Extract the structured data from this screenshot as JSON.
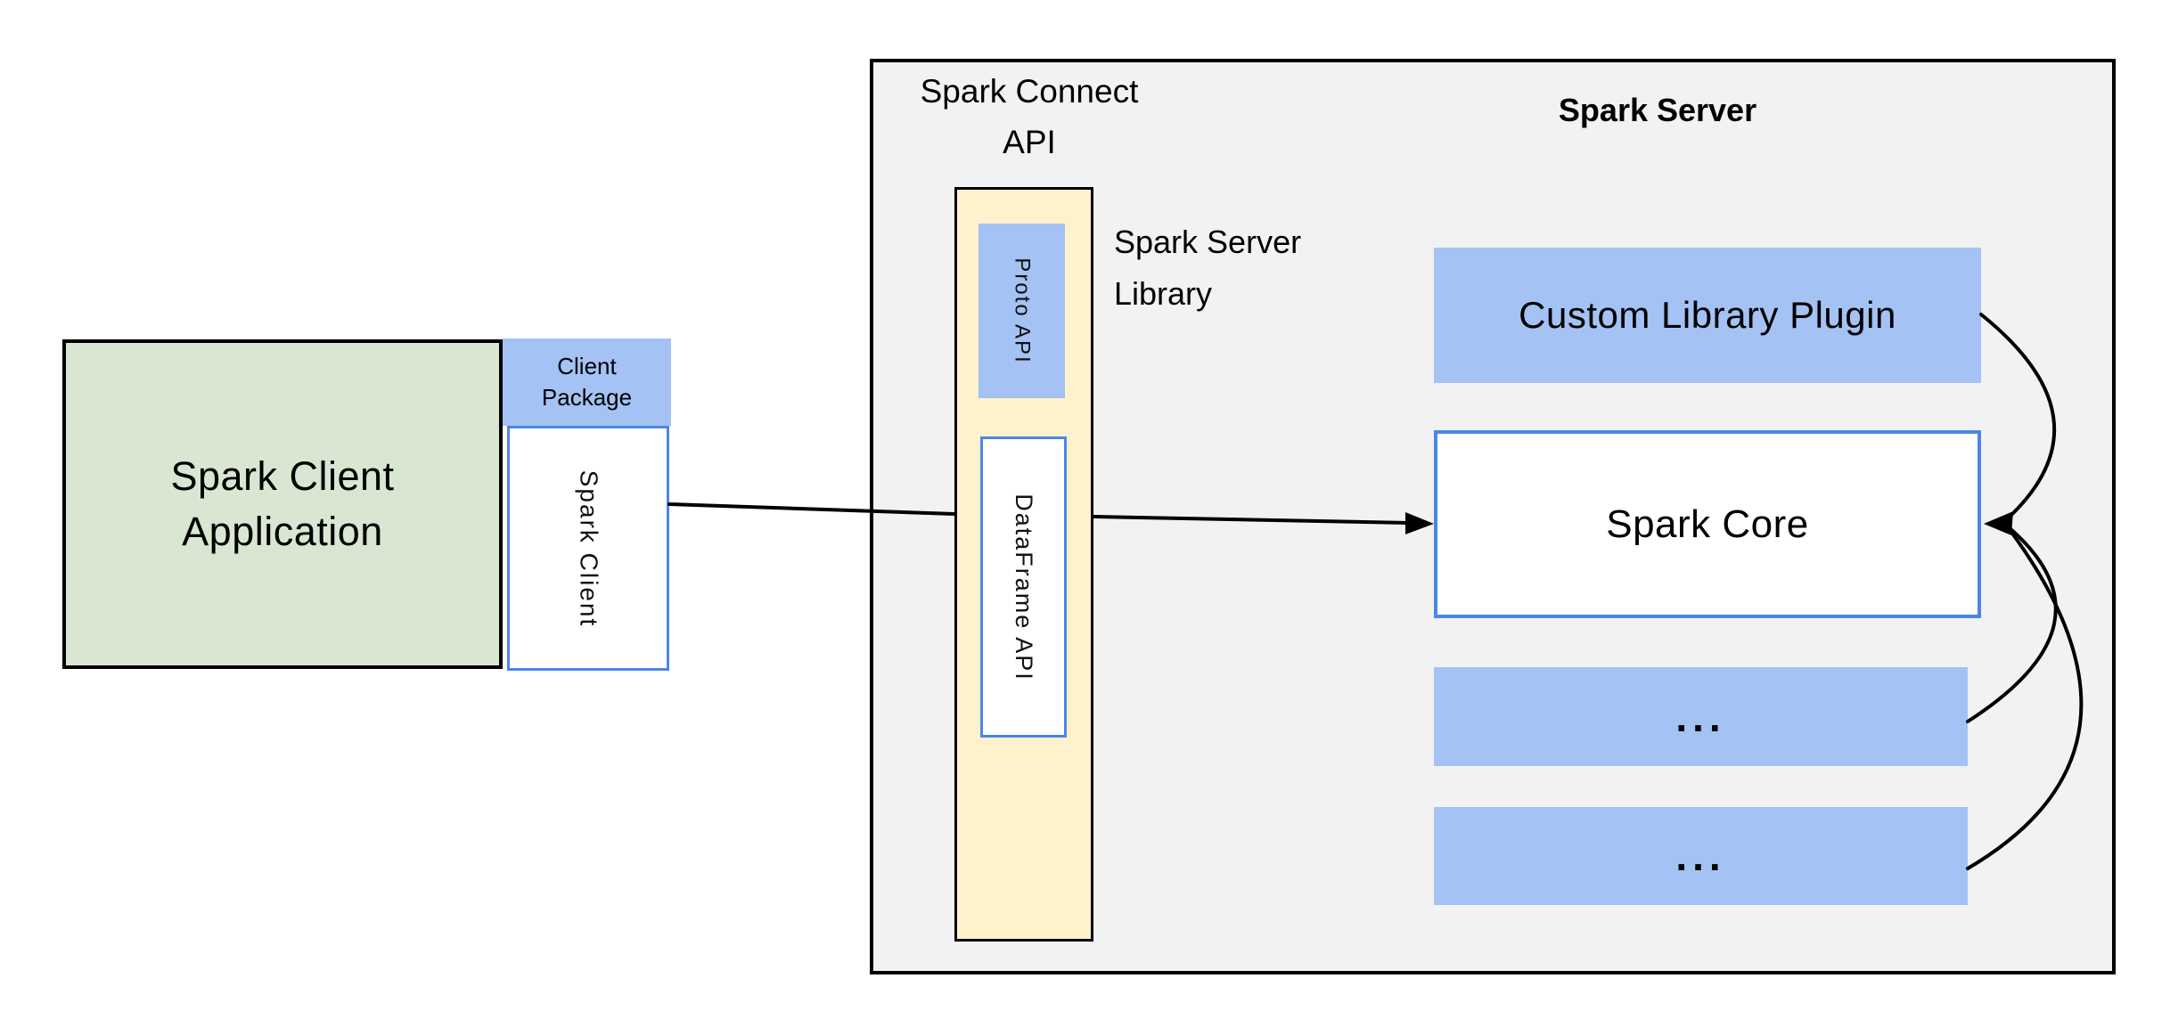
{
  "diagram": {
    "client_app": {
      "line1": "Spark Client",
      "line2": "Application"
    },
    "client_package": {
      "line1": "Client",
      "line2": "Package"
    },
    "spark_client": {
      "label": "Spark Client"
    },
    "spark_connect_api": {
      "line1": "Spark Connect",
      "line2": "API"
    },
    "spark_server": {
      "label": "Spark Server"
    },
    "spark_server_library": {
      "line1": "Spark Server",
      "line2": "Library"
    },
    "proto_api": {
      "label": "Proto API"
    },
    "dataframe_api": {
      "label": "DataFrame API"
    },
    "custom_library_plugin": {
      "label": "Custom Library Plugin"
    },
    "spark_core": {
      "label": "Spark Core"
    },
    "plugin_slot_1": {
      "label": "..."
    },
    "plugin_slot_2": {
      "label": "..."
    }
  },
  "colors": {
    "green_fill": "#d9e7d2",
    "blue_fill": "#a4c2f4",
    "blue_border": "#4a86e8",
    "cream_fill": "#fef2cd",
    "gray_fill": "#f2f2f2",
    "line_black": "#000000"
  }
}
